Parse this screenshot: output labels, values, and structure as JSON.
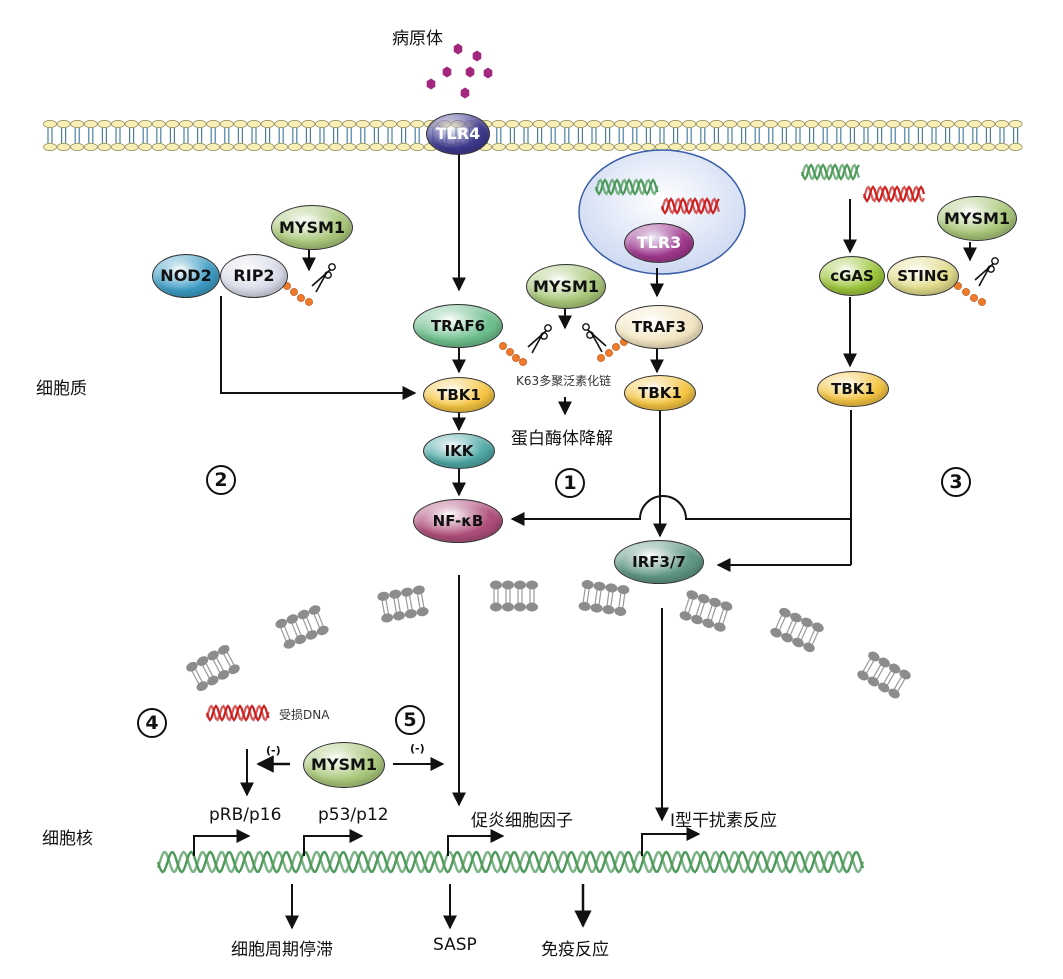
{
  "labels": {
    "pathogen": "病原体",
    "cytoplasm": "细胞质",
    "nucleus": "细胞核",
    "k63_chain": "K63多聚泛素化链",
    "proteasome_degradation": "蛋白酶体降解",
    "damaged_dna": "受损DNA",
    "pro_inflammatory": "促炎细胞因子",
    "type1_ifn": "I型干扰素反应",
    "cell_cycle_arrest": "细胞周期停滞",
    "sasp": "SASP",
    "immune_response": "免疫反应",
    "prb_p16": "pRB/p16",
    "p53_p12": "p53/p12",
    "inhibit_left": "(-)",
    "inhibit_right": "(-)"
  },
  "pathway_numbers": [
    "1",
    "2",
    "3",
    "4",
    "5"
  ],
  "proteins": {
    "tlr4": "TLR4",
    "tlr3": "TLR3",
    "nod2": "NOD2",
    "rip2": "RIP2",
    "mysm1_left": "MYSM1",
    "mysm1_center": "MYSM1",
    "mysm1_right": "MYSM1",
    "mysm1_nucleus": "MYSM1",
    "traf6": "TRAF6",
    "traf3": "TRAF3",
    "tbk1_left": "TBK1",
    "tbk1_center": "TBK1",
    "tbk1_right": "TBK1",
    "ikk": "IKK",
    "nfkb": "NF-κB",
    "irf37": "IRF3/7",
    "cgas": "cGAS",
    "sting": "STING"
  },
  "colors": {
    "tlr4": "#3f3a8f",
    "tlr3": "#a2388f",
    "mysm1": "#a9c77a",
    "nod2": "#3d9cc4",
    "rip2": "#d8dbe8",
    "traf6": "#6fbf8e",
    "traf3": "#f3e6c2",
    "tbk1": "#f5c542",
    "ikk": "#4fa9a6",
    "nfkb": "#b04f7c",
    "irf37": "#5f9782",
    "cgas": "#9cc63a",
    "sting": "#e1dc8a",
    "ubiquitin": "#f07a2a",
    "pathogen": "#a2287e",
    "dna_green": "#4e9a5a",
    "dna_red": "#cc2222",
    "membrane_head": "#f7efb5",
    "membrane_tail": "#4a7fa0",
    "endosome": "#dfe6f6"
  }
}
